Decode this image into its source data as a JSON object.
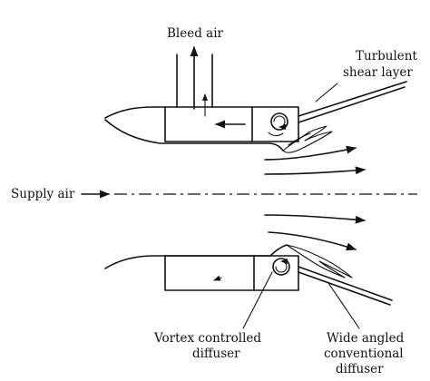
{
  "labels": {
    "bleed_air": "Bleed air",
    "turbulent": "Turbulent",
    "shear_layer": "shear layer",
    "supply_air": "Supply air",
    "vortex_line1": "Vortex controlled",
    "vortex_line2": "diffuser",
    "wide_line1": "Wide angled",
    "wide_line2": "conventional",
    "wide_line3": "diffuser"
  },
  "colors": {
    "ink": "#111111",
    "background": "#ffffff"
  }
}
